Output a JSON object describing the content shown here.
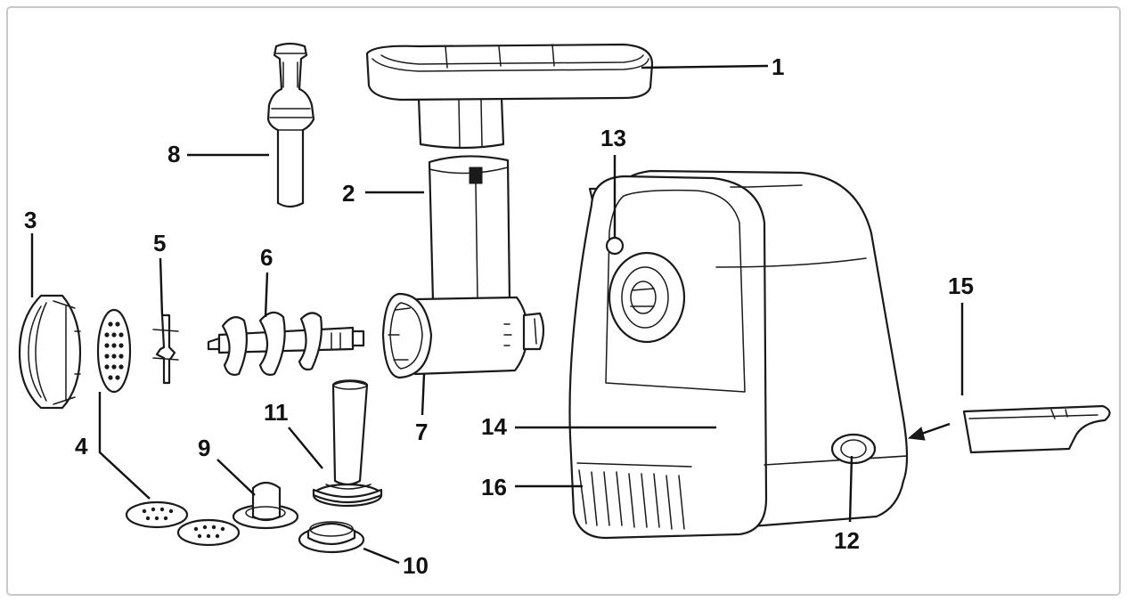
{
  "diagram": {
    "callouts": [
      {
        "id": "1",
        "label": "1"
      },
      {
        "id": "2",
        "label": "2"
      },
      {
        "id": "3",
        "label": "3"
      },
      {
        "id": "4",
        "label": "4"
      },
      {
        "id": "5",
        "label": "5"
      },
      {
        "id": "6",
        "label": "6"
      },
      {
        "id": "7",
        "label": "7"
      },
      {
        "id": "8",
        "label": "8"
      },
      {
        "id": "9",
        "label": "9"
      },
      {
        "id": "10",
        "label": "10"
      },
      {
        "id": "11",
        "label": "11"
      },
      {
        "id": "12",
        "label": "12"
      },
      {
        "id": "13",
        "label": "13"
      },
      {
        "id": "14",
        "label": "14"
      },
      {
        "id": "15",
        "label": "15"
      },
      {
        "id": "16",
        "label": "16"
      }
    ],
    "colors": {
      "line": "#1a1a1a",
      "background": "#ffffff",
      "frame": "#c8c8c8"
    }
  }
}
